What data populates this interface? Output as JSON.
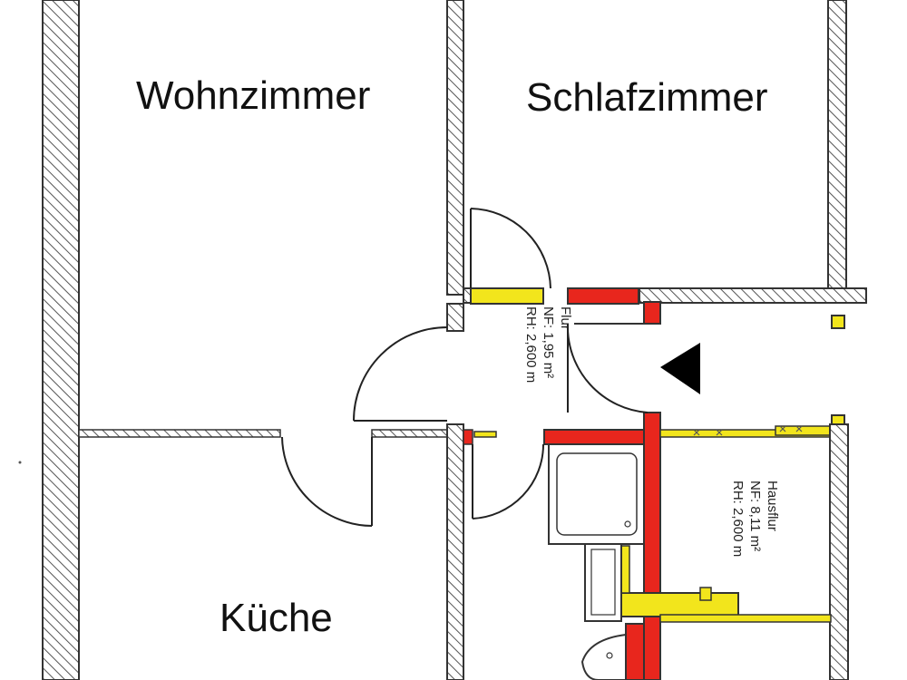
{
  "rooms": {
    "wohnzimmer": "Wohnzimmer",
    "schlafzimmer": "Schlafzimmer",
    "kueche": "Küche"
  },
  "flur": {
    "name": "Flur",
    "nf": "NF:  1,95 m²",
    "rh": "RH: 2,600 m"
  },
  "hausflur": {
    "name": "Hausflur",
    "nf": "NF:  8,11 m²",
    "rh": "RH: 2,600 m"
  },
  "colors": {
    "wall_hatch": "#555555",
    "red_wall": "#e8261d",
    "yellow_wall": "#f2e51c",
    "line": "#222222"
  },
  "icons": {
    "entrance": "entrance-arrow-icon"
  }
}
